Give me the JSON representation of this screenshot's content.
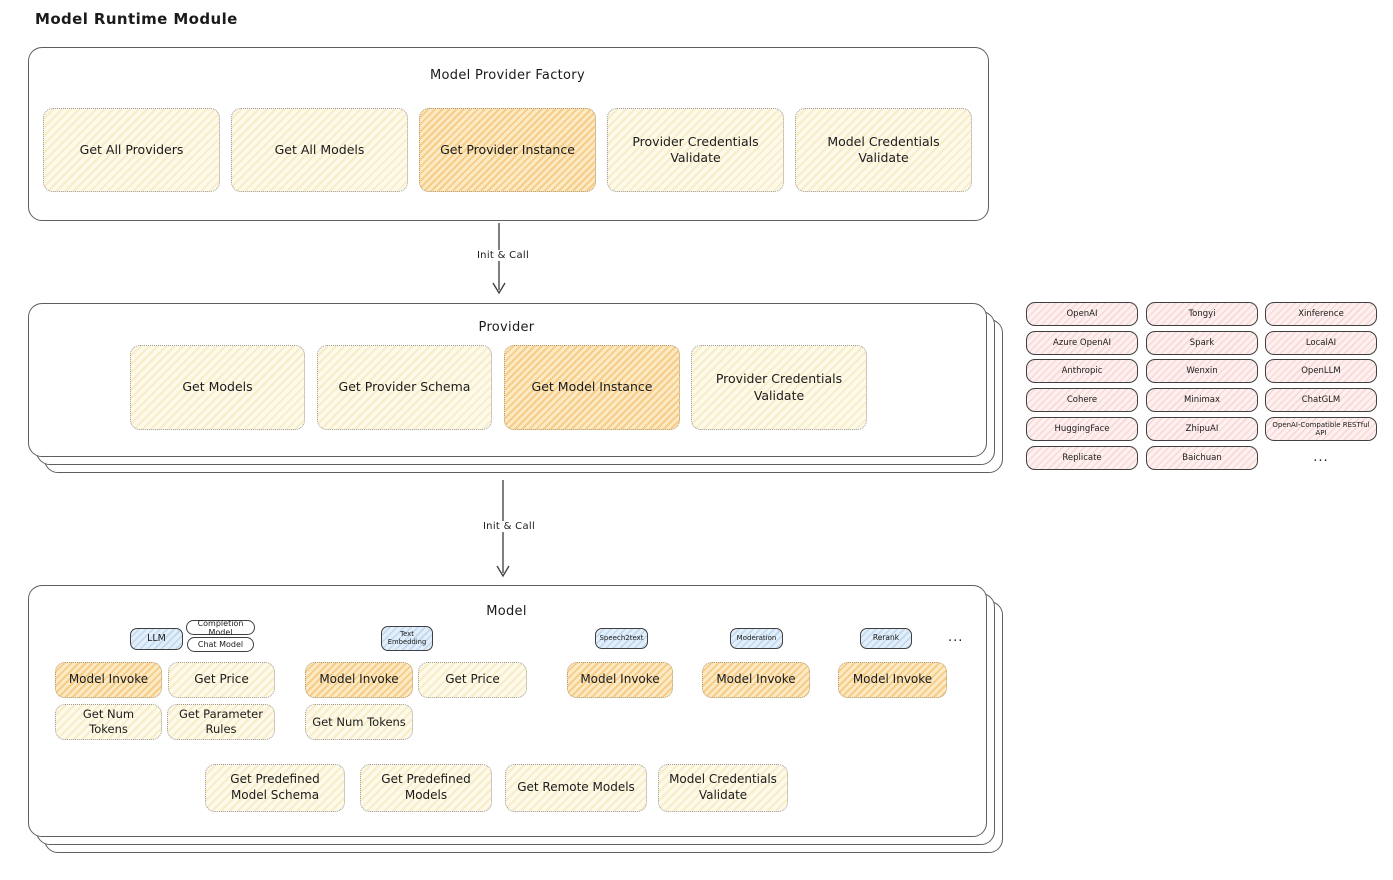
{
  "diagram": {
    "title": "Model Runtime Module",
    "arrow_label": "Init & Call"
  },
  "factory": {
    "title": "Model Provider Factory",
    "items": [
      {
        "label": "Get All Providers",
        "highlight": false
      },
      {
        "label": "Get All Models",
        "highlight": false
      },
      {
        "label": "Get Provider Instance",
        "highlight": true
      },
      {
        "label": "Provider Credentials Validate",
        "highlight": false
      },
      {
        "label": "Model Credentials Validate",
        "highlight": false
      }
    ]
  },
  "provider": {
    "title": "Provider",
    "items": [
      {
        "label": "Get Models",
        "highlight": false
      },
      {
        "label": "Get Provider Schema",
        "highlight": false
      },
      {
        "label": "Get Model Instance",
        "highlight": true
      },
      {
        "label": "Provider Credentials Validate",
        "highlight": false
      }
    ]
  },
  "providers_list": [
    "OpenAI",
    "Tongyi",
    "Xinference",
    "Azure OpenAI",
    "Spark",
    "LocalAI",
    "Anthropic",
    "Wenxin",
    "OpenLLM",
    "Cohere",
    "Minimax",
    "ChatGLM",
    "HuggingFace",
    "ZhipuAI",
    "OpenAI-Compatible RESTful API",
    "Replicate",
    "Baichuan",
    "..."
  ],
  "model": {
    "title": "Model",
    "tags": {
      "llm": "LLM",
      "completion": "Completion Model",
      "chat": "Chat Model",
      "text_embedding": "Text Embedding",
      "speech2text": "Speech2text",
      "moderation": "Moderation",
      "rerank": "Rerank",
      "more": "..."
    },
    "functions": {
      "model_invoke": "Model Invoke",
      "get_price": "Get Price",
      "get_num_tokens": "Get Num Tokens",
      "get_parameter_rules": "Get Parameter Rules",
      "get_predefined_model_schema": "Get Predefined Model Schema",
      "get_predefined_models": "Get Predefined Models",
      "get_remote_models": "Get Remote Models",
      "model_credentials_validate": "Model Credentials Validate"
    }
  }
}
